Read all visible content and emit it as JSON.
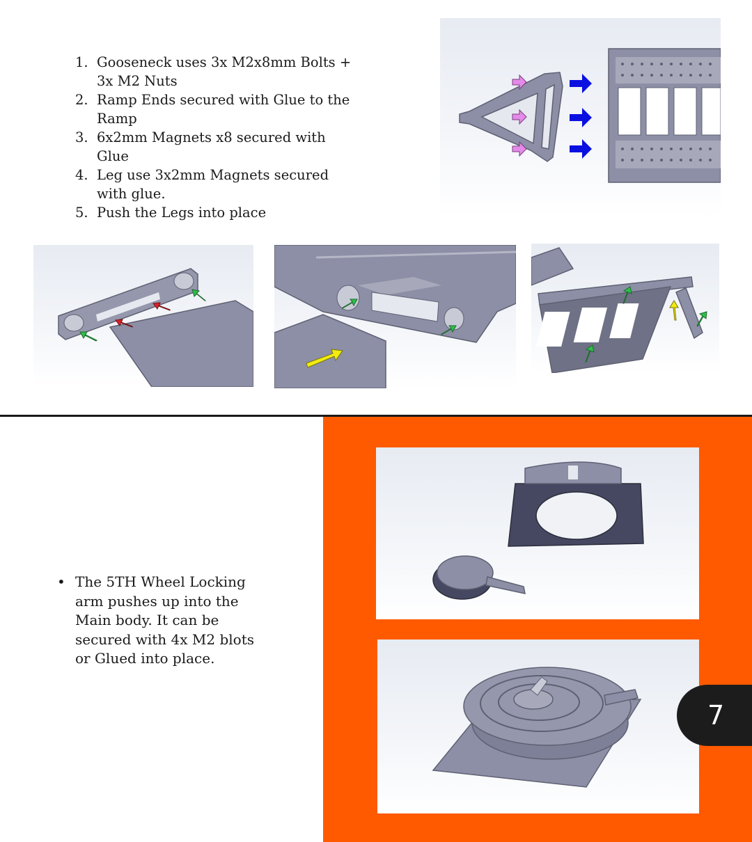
{
  "instructions": {
    "steps": [
      {
        "num": "1.",
        "text": "Gooseneck uses 3x M2x8mm Bolts + 3x M2 Nuts"
      },
      {
        "num": "2.",
        "text": "Ramp Ends secured with Glue to the Ramp"
      },
      {
        "num": "3.",
        "text": "6x2mm Magnets x8 secured with Glue"
      },
      {
        "num": "4.",
        "text": "Leg use 3x2mm Magnets secured with glue."
      },
      {
        "num": "5.",
        "text": "Push the Legs into place"
      }
    ]
  },
  "fifth_wheel": {
    "bullet": "•",
    "text": "The 5TH Wheel Locking arm pushes up into the Main body. It can be secured with 4x M2 blots or Glued into place."
  },
  "page": {
    "number": "7"
  },
  "colors": {
    "accent_orange": "#ff5a00",
    "arrow_pink": "#e48ae8",
    "arrow_blue": "#0a10e0",
    "arrow_green": "#2fbe4a",
    "arrow_red": "#d8222a",
    "arrow_yellow": "#f2ec12",
    "part_gray": "#8c8fa6"
  }
}
